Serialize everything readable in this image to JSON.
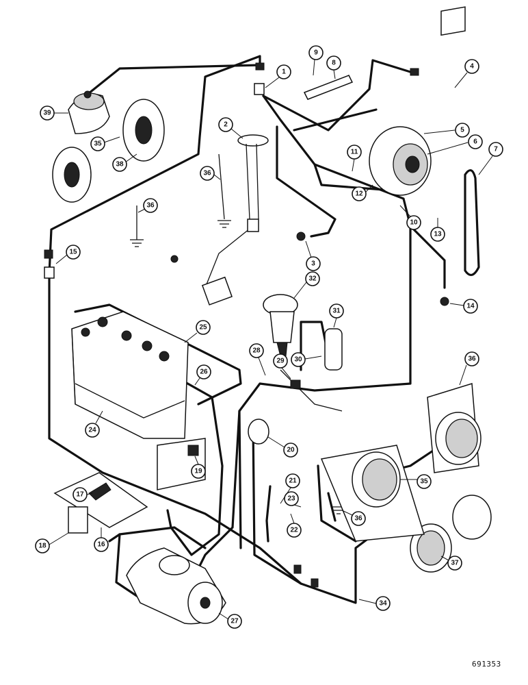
{
  "figure_code": "691353",
  "callouts": [
    {
      "id": "c1",
      "label": "1"
    },
    {
      "id": "c2",
      "label": "2"
    },
    {
      "id": "c3",
      "label": "3"
    },
    {
      "id": "c4",
      "label": "4"
    },
    {
      "id": "c5",
      "label": "5"
    },
    {
      "id": "c6",
      "label": "6"
    },
    {
      "id": "c7",
      "label": "7"
    },
    {
      "id": "c8",
      "label": "8"
    },
    {
      "id": "c9",
      "label": "9"
    },
    {
      "id": "c10",
      "label": "10"
    },
    {
      "id": "c11",
      "label": "11"
    },
    {
      "id": "c12",
      "label": "12"
    },
    {
      "id": "c13",
      "label": "13"
    },
    {
      "id": "c14",
      "label": "14"
    },
    {
      "id": "c15",
      "label": "15"
    },
    {
      "id": "c16",
      "label": "16"
    },
    {
      "id": "c17",
      "label": "17"
    },
    {
      "id": "c18",
      "label": "18"
    },
    {
      "id": "c19",
      "label": "19"
    },
    {
      "id": "c20",
      "label": "20"
    },
    {
      "id": "c21",
      "label": "21"
    },
    {
      "id": "c22",
      "label": "22"
    },
    {
      "id": "c23",
      "label": "23"
    },
    {
      "id": "c24",
      "label": "24"
    },
    {
      "id": "c25",
      "label": "25"
    },
    {
      "id": "c26",
      "label": "26"
    },
    {
      "id": "c27",
      "label": "27"
    },
    {
      "id": "c28",
      "label": "28"
    },
    {
      "id": "c29",
      "label": "29"
    },
    {
      "id": "c30",
      "label": "30"
    },
    {
      "id": "c31",
      "label": "31"
    },
    {
      "id": "c32",
      "label": "32"
    },
    {
      "id": "c34",
      "label": "34"
    },
    {
      "id": "c35a",
      "label": "35"
    },
    {
      "id": "c35b",
      "label": "35"
    },
    {
      "id": "c36a",
      "label": "36"
    },
    {
      "id": "c36b",
      "label": "36"
    },
    {
      "id": "c36c",
      "label": "36"
    },
    {
      "id": "c36d",
      "label": "36"
    },
    {
      "id": "c37",
      "label": "37"
    },
    {
      "id": "c38",
      "label": "38"
    },
    {
      "id": "c39",
      "label": "39"
    }
  ]
}
